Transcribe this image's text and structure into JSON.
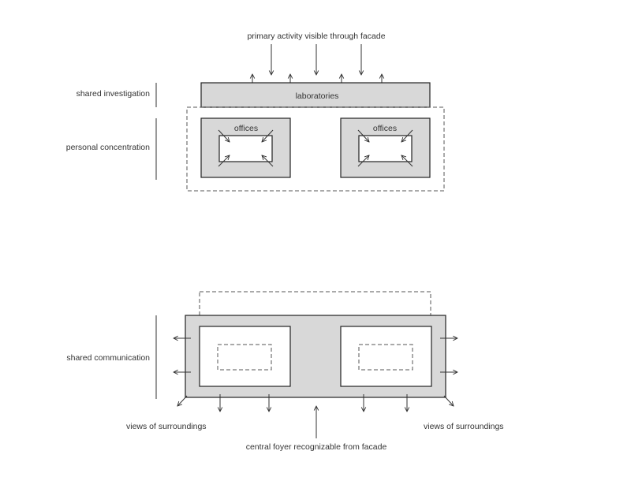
{
  "top_diagram": {
    "heading": "primary activity visible through facade",
    "row_labels": {
      "shared": "shared investigation",
      "personal": "personal concentration"
    },
    "laboratories_label": "laboratories",
    "offices": [
      {
        "label": "offices"
      },
      {
        "label": "offices"
      }
    ]
  },
  "bottom_diagram": {
    "row_label": "shared communication",
    "views_left": "views of surroundings",
    "views_right": "views of surroundings",
    "foyer_label": "central foyer recognizable from facade"
  },
  "colors": {
    "fill_gray": "#d8d8d8",
    "stroke": "#222222",
    "text": "#333333"
  },
  "icons": [
    "arrow-down-icon",
    "arrow-up-icon",
    "arrow-left-icon",
    "arrow-right-icon",
    "arrow-diagonal-icon"
  ]
}
